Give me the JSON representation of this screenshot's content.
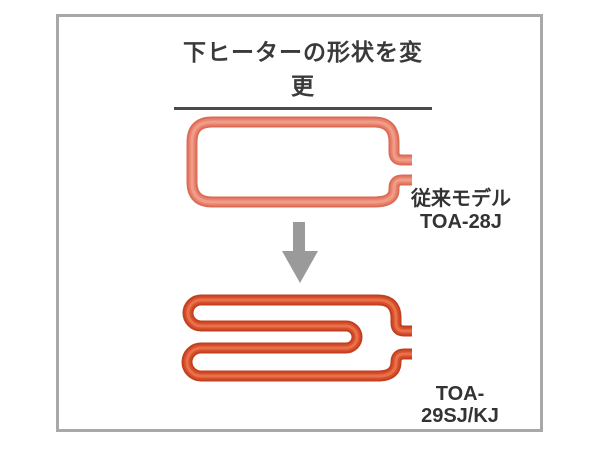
{
  "frame": {
    "title": "下ヒーターの形状を変更"
  },
  "old_model": {
    "name_line1": "従来モデル",
    "name_line2": "TOA-28J"
  },
  "new_model": {
    "name": "TOA-29SJ/KJ"
  },
  "icons": {
    "transition_arrow": "down-arrow"
  },
  "colors": {
    "frame_border": "#a8a8a8",
    "title_text": "#3a3a3a",
    "title_underline": "#4a4a4a",
    "label_text": "#333333",
    "arrow": "#9a9a9a",
    "old_heater_edge": "#db6c56",
    "old_heater_mid": "#e8836e",
    "old_heater_highlight": "#f19b89",
    "new_heater_edge": "#c2401f",
    "new_heater_mid": "#d8512d",
    "new_heater_highlight": "#ea6f4b"
  }
}
